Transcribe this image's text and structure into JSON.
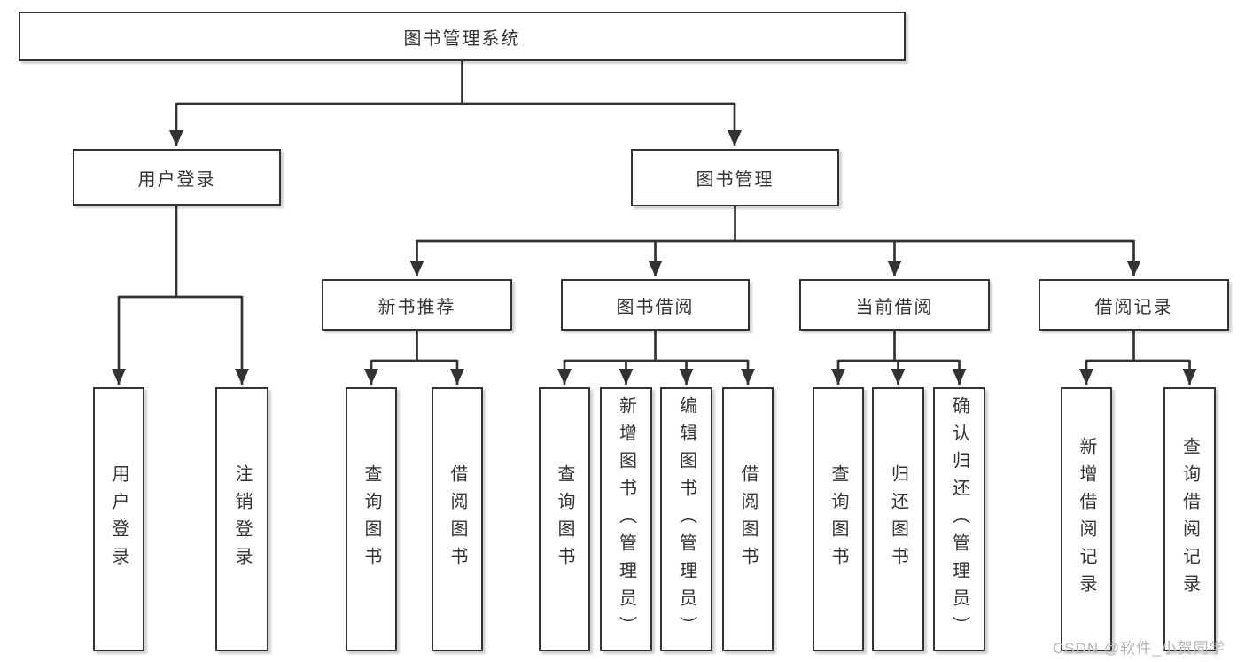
{
  "tree": {
    "label": "图书管理系统",
    "children": [
      {
        "label": "用户登录",
        "children": [
          {
            "label": "用户登录"
          },
          {
            "label": "注销登录"
          }
        ]
      },
      {
        "label": "图书管理",
        "children": [
          {
            "label": "新书推荐",
            "children": [
              {
                "label": "查询图书"
              },
              {
                "label": "借阅图书"
              }
            ]
          },
          {
            "label": "图书借阅",
            "children": [
              {
                "label": "查询图书"
              },
              {
                "label": "新增图书（管理员）"
              },
              {
                "label": "编辑图书（管理员）"
              },
              {
                "label": "借阅图书"
              }
            ]
          },
          {
            "label": "当前借阅",
            "children": [
              {
                "label": "查询图书"
              },
              {
                "label": "归还图书"
              },
              {
                "label": "确认归还（管理员）"
              }
            ]
          },
          {
            "label": "借阅记录",
            "children": [
              {
                "label": "新增借阅记录"
              },
              {
                "label": "查询借阅记录"
              }
            ]
          }
        ]
      }
    ]
  },
  "watermark": "CSDN @软件_小贺同学",
  "colors": {
    "line": "#333333",
    "text": "#333333",
    "box_fill": "#ffffff",
    "watermark_text": "#b5b5b5"
  }
}
